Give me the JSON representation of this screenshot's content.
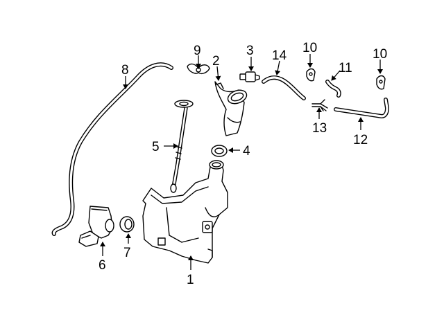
{
  "callouts": {
    "c1": "1",
    "c2": "2",
    "c3": "3",
    "c4": "4",
    "c5": "5",
    "c6": "6",
    "c7": "7",
    "c8": "8",
    "c9": "9",
    "c10a": "10",
    "c10b": "10",
    "c11": "11",
    "c12": "12",
    "c13": "13",
    "c14": "14"
  },
  "colors": {
    "line": "#000000",
    "background": "#ffffff"
  }
}
